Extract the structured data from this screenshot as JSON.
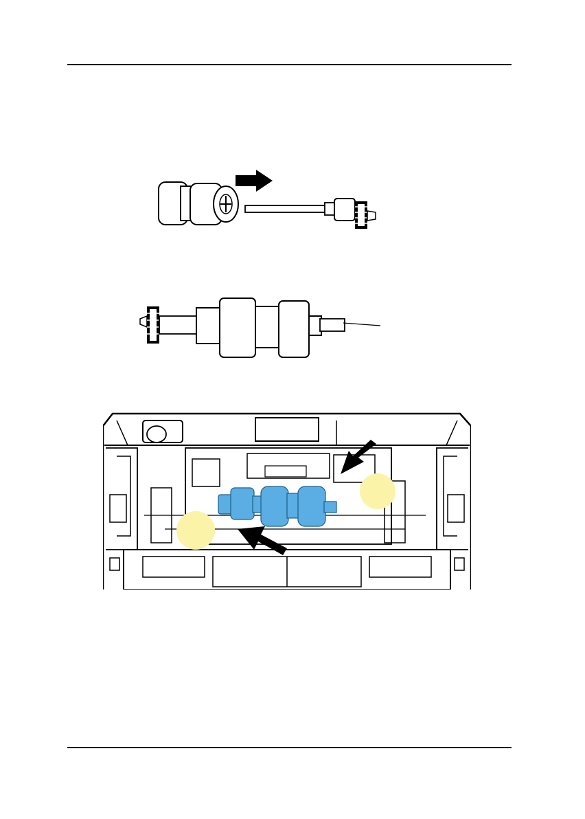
{
  "page": {
    "header_rule": true,
    "footer_rule": true
  },
  "figures": [
    {
      "id": "roller-removal",
      "icon": "roller-slide-off-shaft",
      "arrow_color": "#000000"
    },
    {
      "id": "roller-assembled",
      "icon": "roller-on-shaft-with-gear"
    },
    {
      "id": "scanner-install",
      "icon": "scanner-interior-roller-install",
      "roller_color": "#5aaee3",
      "marker_color": "#fbf4a8",
      "arrow_color": "#000000"
    }
  ]
}
